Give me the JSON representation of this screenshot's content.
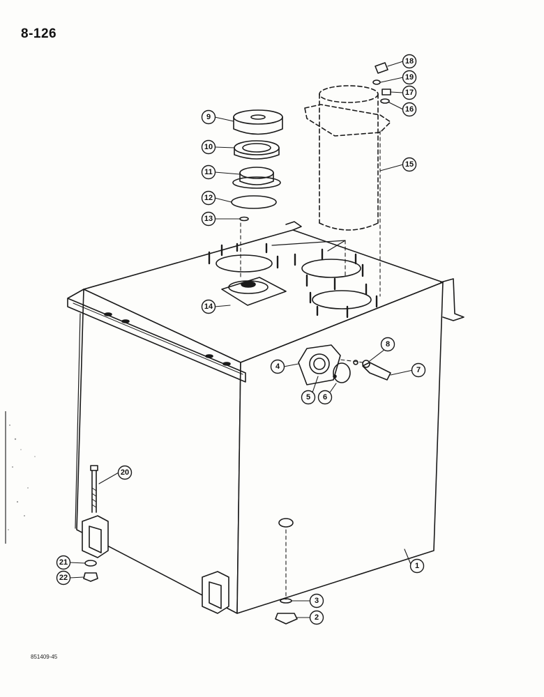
{
  "page_number": "8-126",
  "figure_code": "851409-45",
  "callouts": [
    "1",
    "2",
    "3",
    "4",
    "5",
    "6",
    "7",
    "8",
    "9",
    "10",
    "11",
    "12",
    "13",
    "14",
    "15",
    "16",
    "17",
    "18",
    "19",
    "20",
    "21",
    "22"
  ],
  "colors": {
    "ink": "#1a1a1a",
    "paper": "#fdfdfb",
    "shade": "#9a9a9a"
  }
}
